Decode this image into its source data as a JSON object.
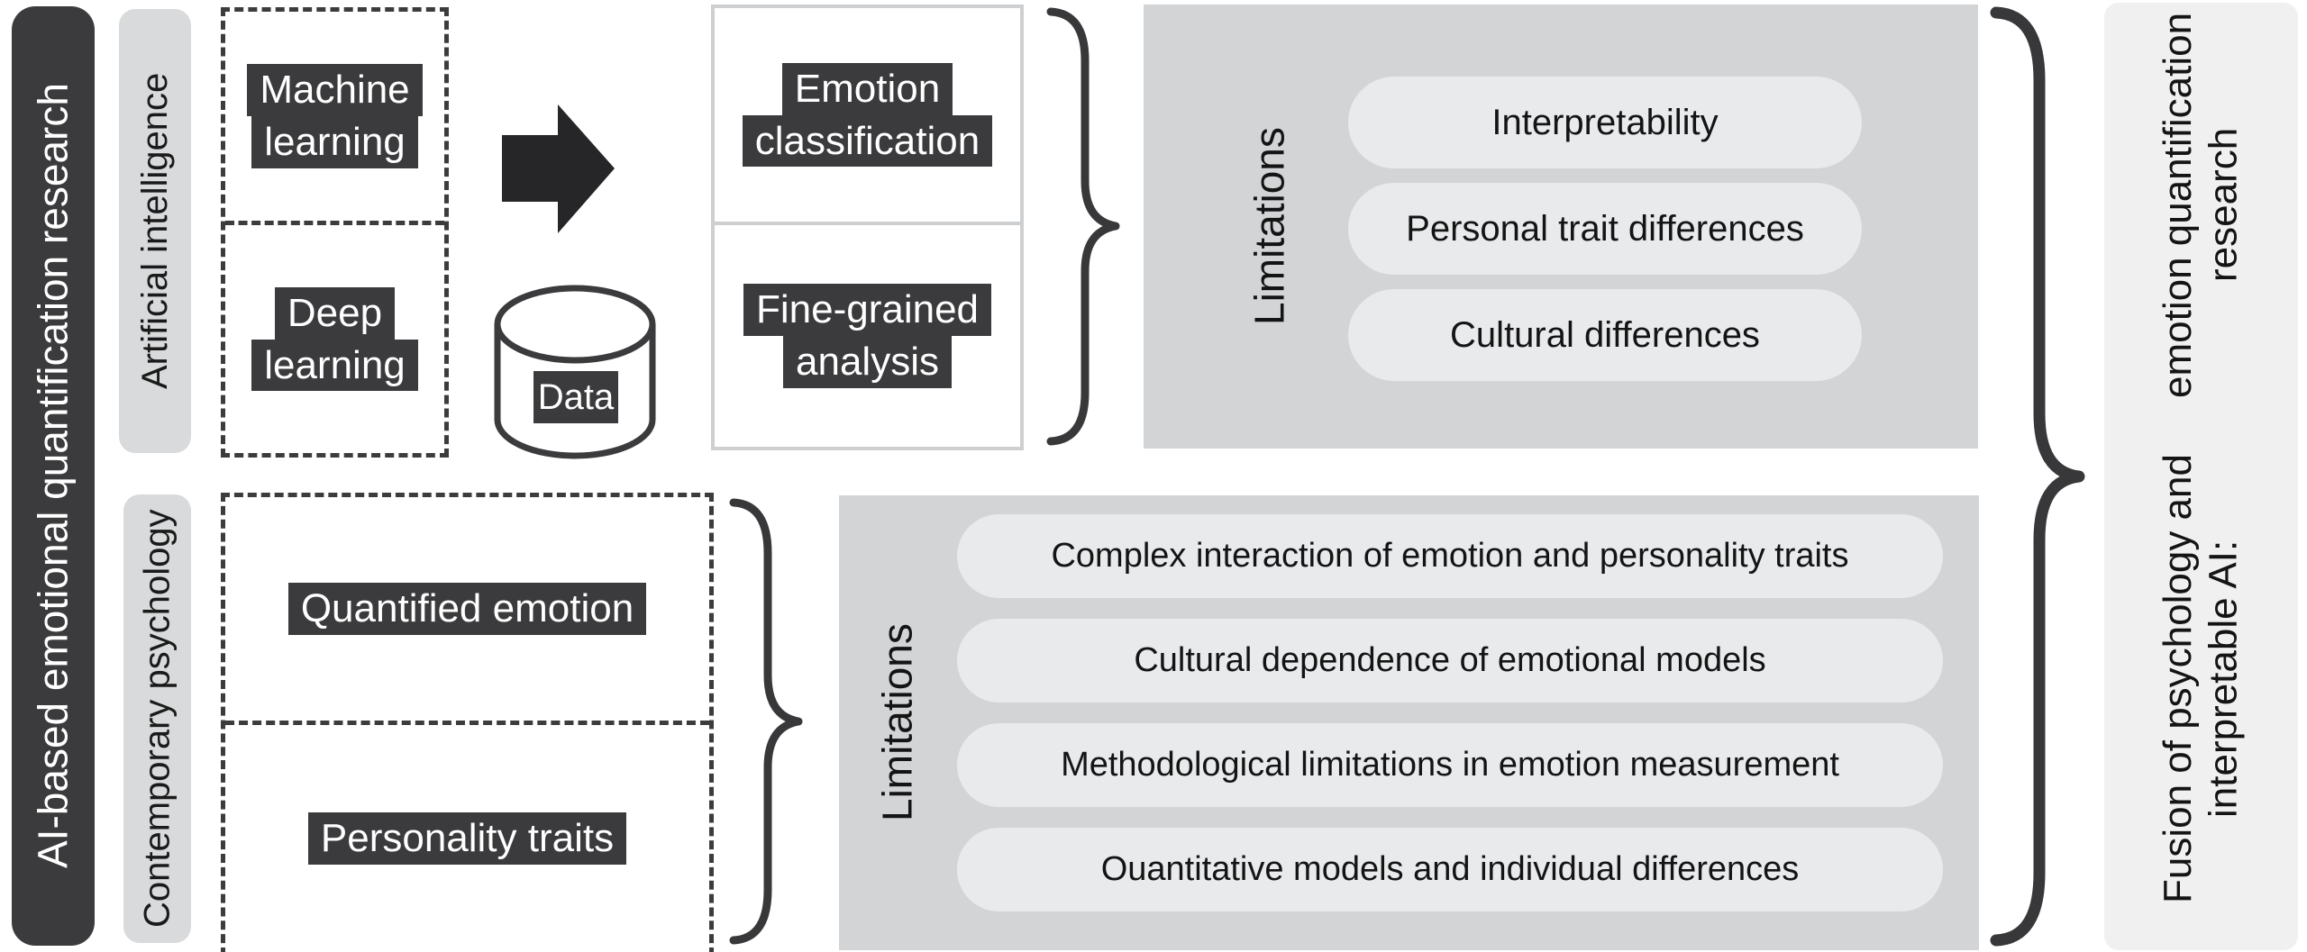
{
  "colors": {
    "dark": "#3b3b3d",
    "category_bar": "#d9dadb",
    "limitations_bg": "#d3d4d6",
    "pill_bg": "#e9eaec",
    "fusion_bg": "#f0f0f1",
    "outputs_border": "#cdcfd1",
    "text_on_dark": "#ffffff"
  },
  "sidebar": {
    "label": "AI-based emotional quantification research"
  },
  "ai": {
    "category": "Artificial intelligence",
    "machine_learning": {
      "line1": "Machine",
      "line2": "learning"
    },
    "deep_learning": {
      "line1": "Deep",
      "line2": "learning"
    },
    "data": "Data",
    "emotion_classification": {
      "line1": "Emotion",
      "line2": "classification"
    },
    "fine_grained": {
      "line1": "Fine-grained",
      "line2": "analysis"
    },
    "limitations": {
      "label": "Limitations",
      "items": [
        "Interpretability",
        "Personal trait differences",
        "Cultural differences"
      ]
    }
  },
  "psychology": {
    "category": "Contemporary psychology",
    "quantified_emotion": "Quantified emotion",
    "personality_traits": "Personality traits",
    "limitations": {
      "label": "Limitations",
      "items": [
        "Complex interaction of emotion and personality traits",
        "Cultural dependence of emotional models",
        "Methodological limitations in emotion measurement",
        "Ouantitative models and individual differences"
      ]
    }
  },
  "fusion": {
    "line1": "Fusion of psychology and interpretable AI:",
    "line2": "emotion quantification research"
  }
}
